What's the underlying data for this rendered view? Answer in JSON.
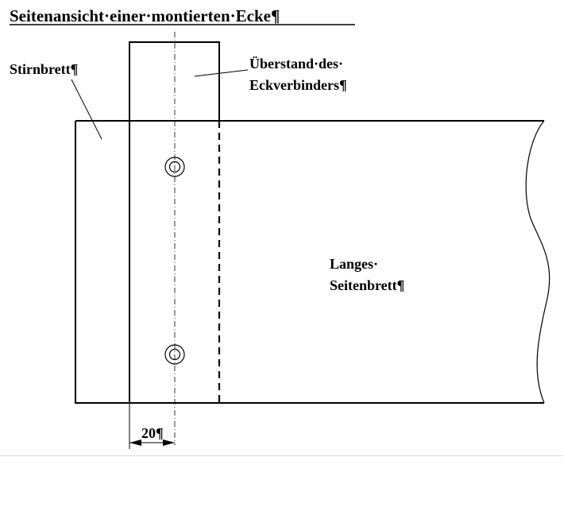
{
  "title": "Seitenansicht·einer·montierten·Ecke¶",
  "labels": {
    "stirnbrett": "Stirnbrett¶",
    "ueberstand_line1": "Überstand·des·",
    "ueberstand_line2": "Eckverbinders¶",
    "langes_line1": "Langes·",
    "langes_line2": "Seitenbrett¶",
    "dimension": "20¶"
  },
  "colors": {
    "ink": "#000000",
    "background": "#ffffff",
    "divider": "#dcdcdc"
  }
}
